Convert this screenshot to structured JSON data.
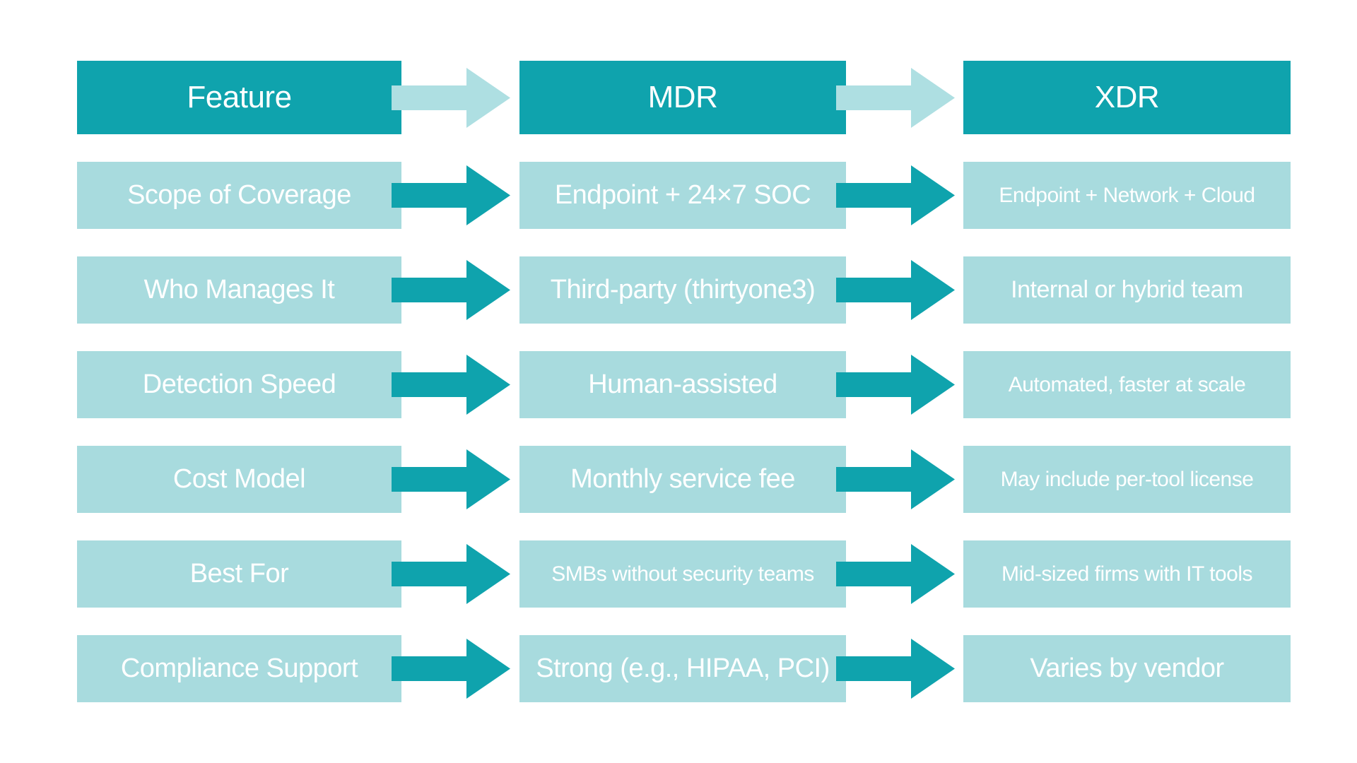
{
  "table": {
    "header": {
      "feature": "Feature",
      "mdr": "MDR",
      "xdr": "XDR"
    },
    "rows": [
      {
        "feature": "Scope of Coverage",
        "mdr": "Endpoint + 24×7 SOC",
        "xdr": "Endpoint + Network + Cloud"
      },
      {
        "feature": "Who Manages It",
        "mdr": "Third-party (thirtyone3)",
        "xdr": "Internal or hybrid team"
      },
      {
        "feature": "Detection Speed",
        "mdr": "Human-assisted",
        "xdr": "Automated, faster at scale"
      },
      {
        "feature": "Cost Model",
        "mdr": "Monthly service fee",
        "xdr": "May include per-tool license"
      },
      {
        "feature": "Best For",
        "mdr": "SMBs without security teams",
        "xdr": "Mid-sized firms with IT tools"
      },
      {
        "feature": "Compliance Support",
        "mdr": "Strong (e.g., HIPAA, PCI)",
        "xdr": "Varies by vendor"
      }
    ]
  },
  "icons": {
    "connector": "right-arrow-icon"
  },
  "colors": {
    "dark_teal": "#0fa3ad",
    "light_teal": "#a8dbde",
    "arrow_light": "#aedfe2",
    "text": "#ffffff",
    "background": "#ffffff"
  }
}
